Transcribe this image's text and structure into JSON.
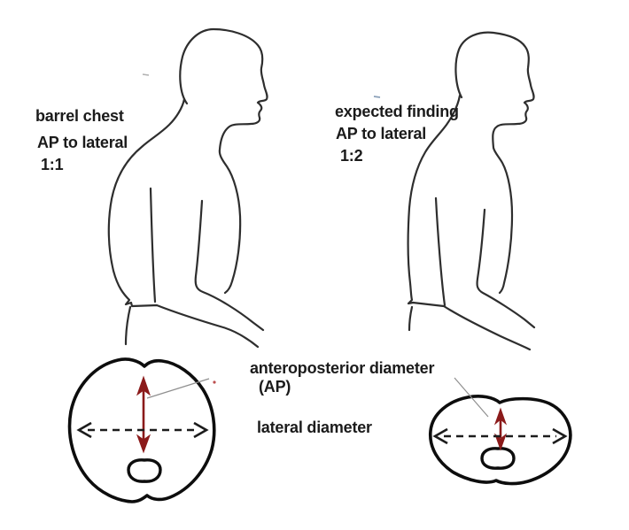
{
  "colors": {
    "background": "#ffffff",
    "figure_line": "#2e2e2e",
    "section_outline": "#0d0d0d",
    "ap_arrow": "#8b1a1a",
    "lateral_arrow": "#1c1c1c",
    "pointer_line": "#8f8f8f",
    "text": "#1b1b1b"
  },
  "left_panel": {
    "condition": "barrel chest",
    "ratio_label": "AP to lateral",
    "ratio_value": "1:1"
  },
  "right_panel": {
    "condition": "expected finding",
    "ratio_label": "AP to lateral",
    "ratio_value": "1:2"
  },
  "annotations": {
    "ap_line1": "anteroposterior diameter",
    "ap_line2": "(AP)",
    "lateral": "lateral diameter"
  }
}
